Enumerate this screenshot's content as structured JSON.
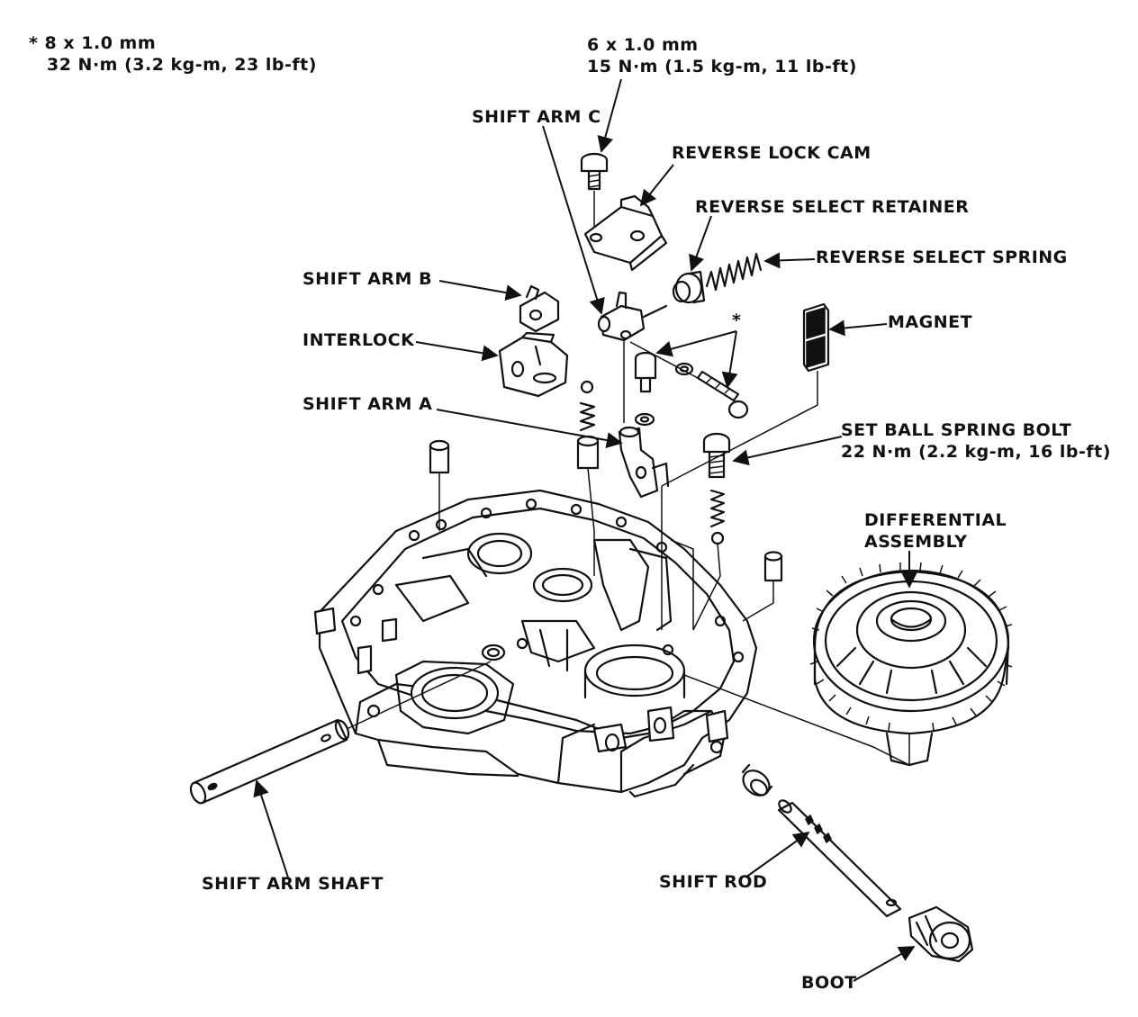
{
  "spec_bolt_small": {
    "size": "6 x 1.0 mm",
    "torque": "15 N·m (1.5 kg-m, 11 lb-ft)"
  },
  "spec_bolt_star": {
    "size": "* 8 x 1.0 mm",
    "torque": "32 N·m (3.2 kg-m, 23 lb-ft)"
  },
  "labels": {
    "shift_arm_c": "SHIFT ARM C",
    "reverse_lock_cam": "REVERSE LOCK CAM",
    "reverse_select_retainer": "REVERSE SELECT RETAINER",
    "reverse_select_spring": "REVERSE SELECT SPRING",
    "shift_arm_b": "SHIFT ARM B",
    "interlock": "INTERLOCK",
    "magnet": "MAGNET",
    "star_marker": "*",
    "shift_arm_a": "SHIFT ARM A",
    "set_ball_spring_bolt": "SET BALL SPRING BOLT",
    "set_ball_spring_bolt_torque": "22 N·m (2.2 kg-m, 16 lb-ft)",
    "differential_line1": "DIFFERENTIAL",
    "differential_line2": "ASSEMBLY",
    "shift_arm_shaft": "SHIFT ARM SHAFT",
    "shift_rod": "SHIFT ROD",
    "boot": "BOOT"
  }
}
